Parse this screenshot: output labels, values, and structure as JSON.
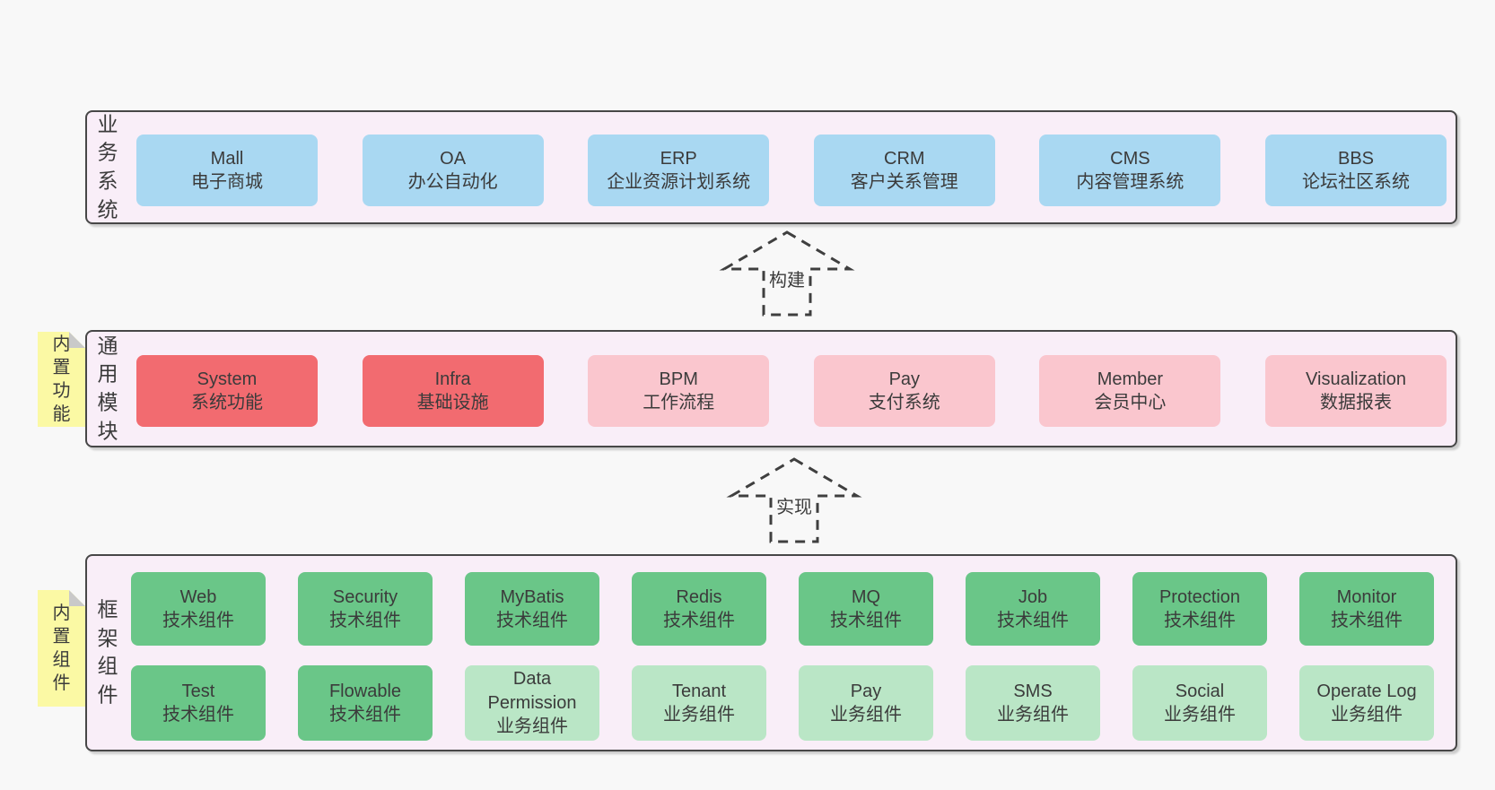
{
  "colors": {
    "bg": "#f8f8f8",
    "band_bg": "#f9eef8",
    "band_border": "#474747",
    "blue": "#a9d8f2",
    "red": "#f26b70",
    "pink": "#fac6ce",
    "green": "#6ac688",
    "green_light": "#bae6c6",
    "yellow": "#fbf9a4",
    "fold": "#c9c9c9",
    "text": "#3b3b3b"
  },
  "stickies": [
    {
      "label": "内置功能"
    },
    {
      "label": "内置组件"
    }
  ],
  "arrows": [
    {
      "label": "构建"
    },
    {
      "label": "实现"
    }
  ],
  "bands": [
    {
      "label": "业务系统",
      "boxes": [
        {
          "en": "Mall",
          "zh": "电子商城"
        },
        {
          "en": "OA",
          "zh": "办公自动化"
        },
        {
          "en": "ERP",
          "zh": "企业资源计划系统"
        },
        {
          "en": "CRM",
          "zh": "客户关系管理"
        },
        {
          "en": "CMS",
          "zh": "内容管理系统"
        },
        {
          "en": "BBS",
          "zh": "论坛社区系统"
        }
      ]
    },
    {
      "label": "通用模块",
      "boxes": [
        {
          "en": "System",
          "zh": "系统功能"
        },
        {
          "en": "Infra",
          "zh": "基础设施"
        },
        {
          "en": "BPM",
          "zh": "工作流程"
        },
        {
          "en": "Pay",
          "zh": "支付系统"
        },
        {
          "en": "Member",
          "zh": "会员中心"
        },
        {
          "en": "Visualization",
          "zh": "数据报表"
        }
      ]
    },
    {
      "label": "框架组件",
      "rows": [
        [
          {
            "en": "Web",
            "zh": "技术组件"
          },
          {
            "en": "Security",
            "zh": "技术组件"
          },
          {
            "en": "MyBatis",
            "zh": "技术组件"
          },
          {
            "en": "Redis",
            "zh": "技术组件"
          },
          {
            "en": "MQ",
            "zh": "技术组件"
          },
          {
            "en": "Job",
            "zh": "技术组件"
          },
          {
            "en": "Protection",
            "zh": "技术组件"
          },
          {
            "en": "Monitor",
            "zh": "技术组件"
          }
        ],
        [
          {
            "en": "Test",
            "zh": "技术组件"
          },
          {
            "en": "Flowable",
            "zh": "技术组件"
          },
          {
            "en": "Data Permission",
            "zh": "业务组件"
          },
          {
            "en": "Tenant",
            "zh": "业务组件"
          },
          {
            "en": "Pay",
            "zh": "业务组件"
          },
          {
            "en": "SMS",
            "zh": "业务组件"
          },
          {
            "en": "Social",
            "zh": "业务组件"
          },
          {
            "en": "Operate Log",
            "zh": "业务组件"
          }
        ]
      ]
    }
  ]
}
